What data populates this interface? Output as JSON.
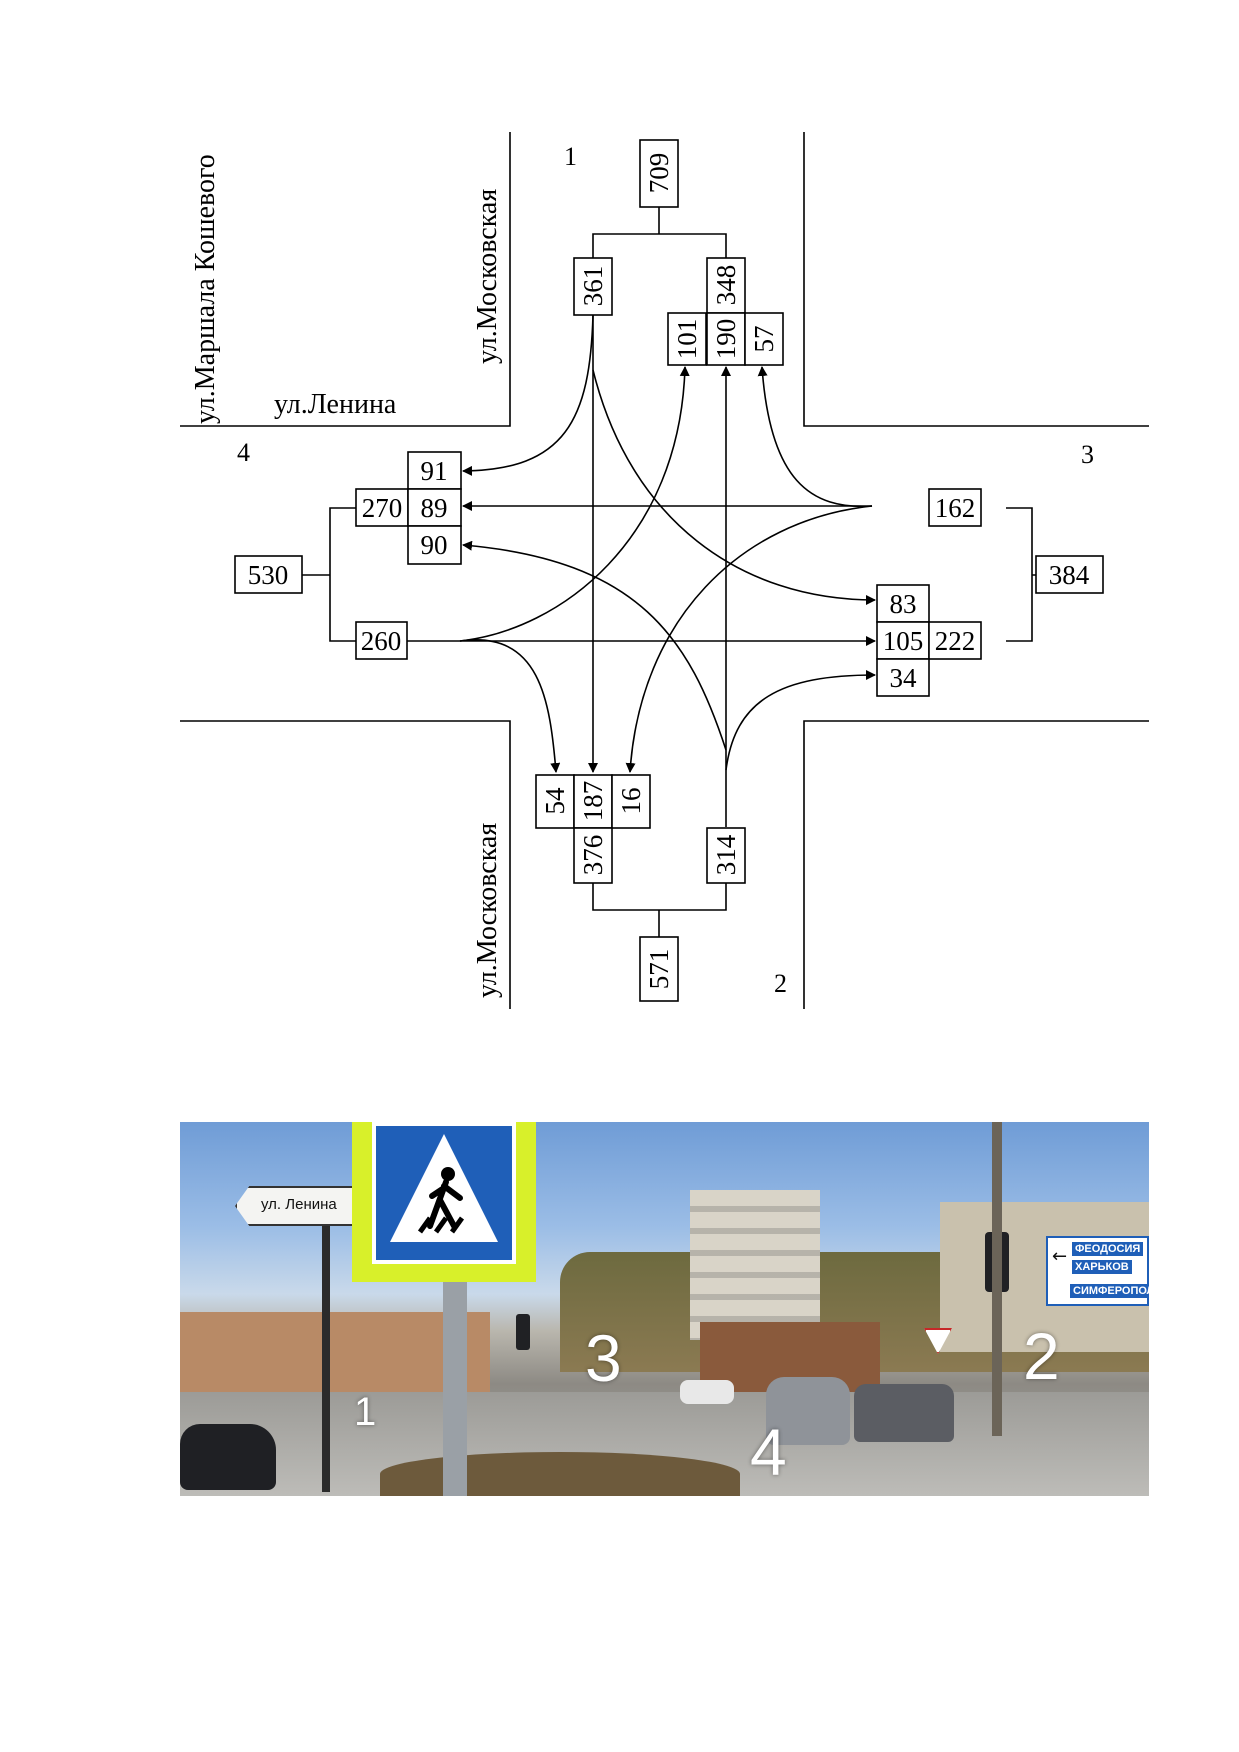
{
  "streets": {
    "koshevogo": "ул.Маршала Кошевого",
    "lenina": "ул.Ленина",
    "moskovskaya_north": "ул.Московская",
    "moskovskaya_south": "ул.Московская"
  },
  "approaches": {
    "a1": "1",
    "a2": "2",
    "a3": "3",
    "a4": "4"
  },
  "volumes": {
    "north_total": "709",
    "north_left": "361",
    "north_right": "348",
    "north_in_left": "101",
    "north_in_mid": "190",
    "north_in_right": "57",
    "west_total": "530",
    "west_in": "270",
    "west_out": "260",
    "west_arr_top": "91",
    "west_arr_mid": "89",
    "west_arr_bot": "90",
    "east_total": "384",
    "east_out": "162",
    "east_in": "222",
    "east_arr_top": "83",
    "east_arr_mid": "105",
    "east_arr_bot": "34",
    "south_total": "571",
    "south_in": "376",
    "south_out": "314",
    "south_arr_left": "54",
    "south_arr_mid": "187",
    "south_arr_right": "16"
  },
  "photo": {
    "street_sign": "ул. Ленина",
    "direction_sign": [
      "ФЕОДОСИЯ",
      "ХАРЬКОВ",
      "СИМФЕРОПОЛ"
    ],
    "labels": {
      "l1": "1",
      "l2": "2",
      "l3": "3",
      "l4": "4"
    }
  }
}
